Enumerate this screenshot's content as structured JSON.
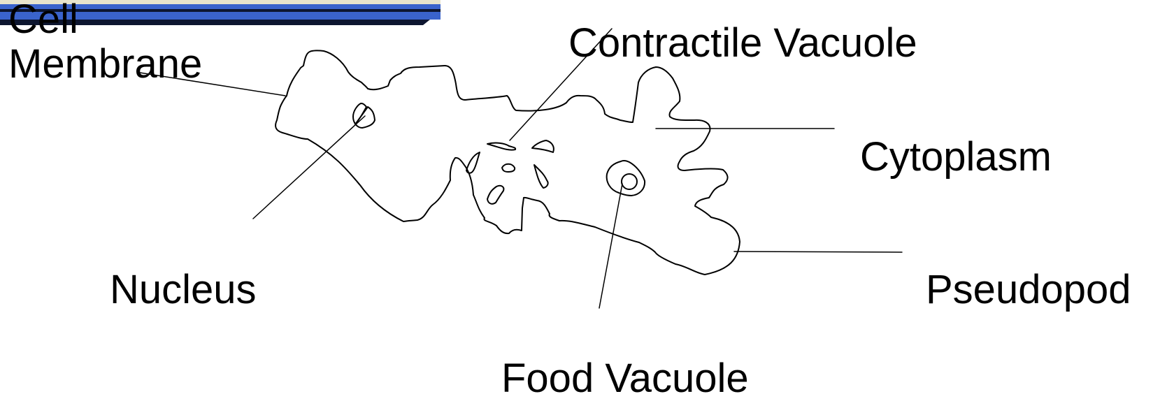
{
  "labels": {
    "cell_membrane": "Cell\nMembrane",
    "contractile_vacuole": "Contractile Vacuole",
    "cytoplasm": "Cytoplasm",
    "nucleus": "Nucleus",
    "pseudopod": "Pseudopod",
    "food_vacuole": "Food Vacuole"
  },
  "colors": {
    "header_blue": "#3a63cc",
    "header_dark": "#0d1630",
    "header_cream": "#e8e4cc",
    "ink": "#000000",
    "background": "#ffffff"
  }
}
